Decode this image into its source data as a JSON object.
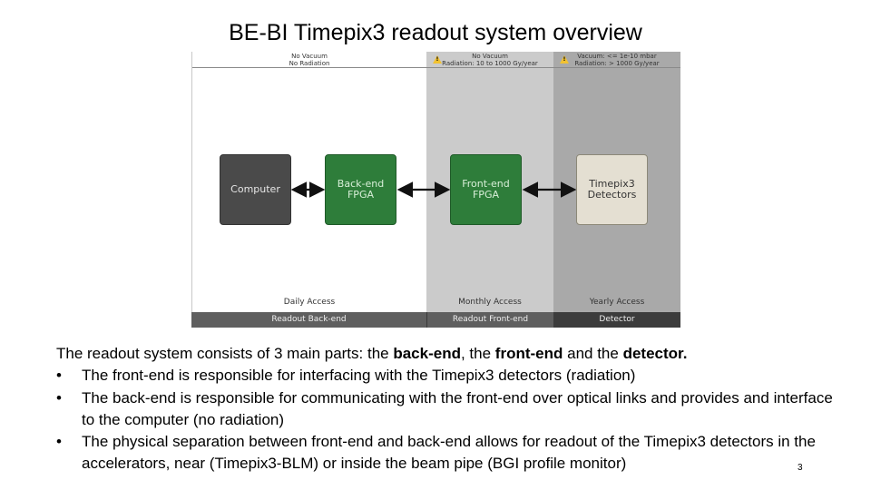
{
  "title": "BE-BI Timepix3 readout system overview",
  "zones": [
    {
      "head_line1": "No Vacuum",
      "head_line2": "No Radiation",
      "warning": false,
      "access": "Daily Access",
      "footer": "Readout Back-end"
    },
    {
      "head_line1": "No Vacuum",
      "head_line2": "Radiation: 10 to 1000 Gy/year",
      "warning": true,
      "access": "Monthly Access",
      "footer": "Readout Front-end"
    },
    {
      "head_line1": "Vacuum: <= 1e-10 mbar",
      "head_line2": "Radiation: > 1000 Gy/year",
      "warning": true,
      "access": "Yearly Access",
      "footer": "Detector"
    }
  ],
  "warning_glyph": "!",
  "boxes": {
    "computer": "Computer",
    "backend": "Back-end\nFPGA",
    "frontend": "Front-end\nFPGA",
    "detector": "Timepix3\nDetectors"
  },
  "colors": {
    "fpga_green": "#2e7d3a",
    "computer_gray": "#4a4a4a",
    "detector_beige": "#e4dfd2",
    "zone_monthly": "#cbcbcb",
    "zone_yearly": "#a9a9a9",
    "warning_yellow": "#f2c230"
  },
  "description": {
    "intro_pre": "The readout system consists of 3 main parts: the ",
    "intro_b1": "back-end",
    "intro_mid1": ", the ",
    "intro_b2": "front-end",
    "intro_mid2": " and the ",
    "intro_b3": "detector.",
    "bullet_glyph": "•",
    "bullets": [
      "The front-end is responsible for interfacing with the Timepix3 detectors (radiation)",
      "The back-end is responsible for communicating with the front-end over optical links and provides and interface to the computer (no radiation)",
      "The physical separation between front-end and back-end allows for readout of the Timepix3 detectors in the accelerators, near (Timepix3-BLM) or inside the beam pipe (BGI profile monitor)"
    ]
  },
  "slide_number": "3"
}
